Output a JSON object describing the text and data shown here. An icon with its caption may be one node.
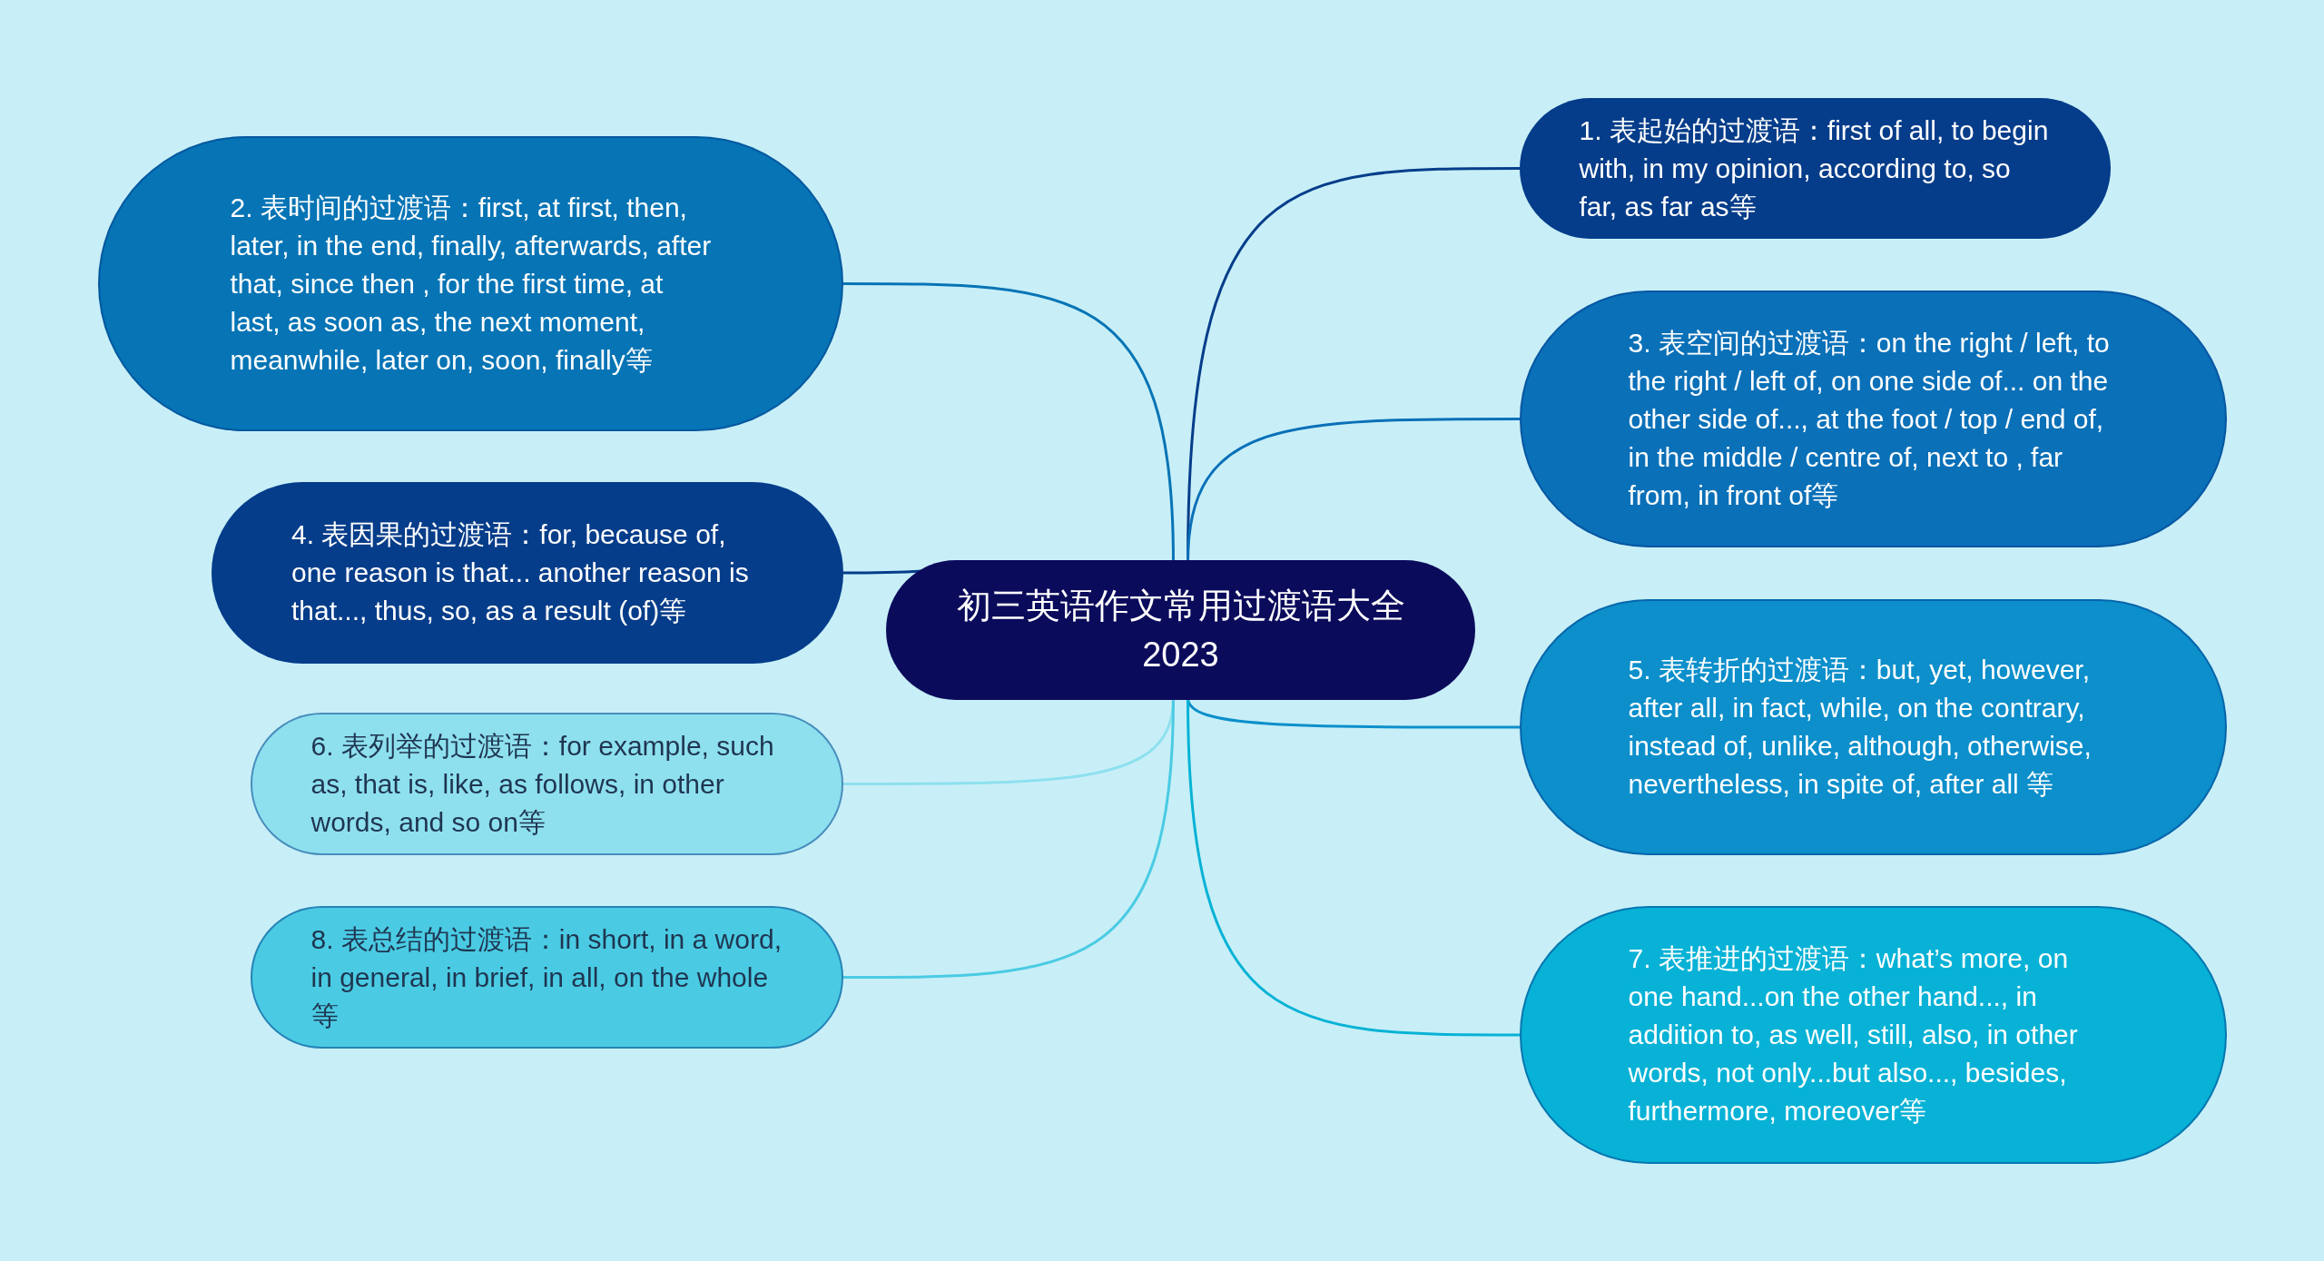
{
  "diagram": {
    "nodes": [
      {
        "text": [
          "初三英语作文常用过渡语大全2023"
        ]
      },
      {
        "text": [
          "1. 表起始的过渡语：first of all, to begin with, in my opinion, according to, so far, as far as等"
        ]
      },
      {
        "text": [
          "2. 表时间的过渡语：first, at first, then, later, in the end, finally, afterwards, after that, since then , for the first time, at last, as soon as, the next moment, meanwhile, later on, soon, finally等"
        ]
      },
      {
        "text": [
          "3. 表空间的过渡语：on the right / left, to the right / left of, on one side of... on the other side of..., at the foot / top / end of, in the middle / centre of, next to , far from, in front of等"
        ]
      },
      {
        "text": [
          "4. 表因果的过渡语：for, because of, one reason is that... another reason is that..., thus, so, as a result (of)等"
        ]
      },
      {
        "text": [
          "5. 表转折的过渡语：but, yet, however, after all, in fact, while, on the contrary, instead of, unlike, although, otherwise, nevertheless, in spite of, after all 等"
        ]
      },
      {
        "text": [
          "6. 表列举的过渡语：for example, such as, that is, like, as follows, in other words, and so on等"
        ]
      },
      {
        "text": [
          "7. 表推进的过渡语：what’s more, on one hand...on the other hand..., in addition to, as well, still, also, in other words, not only...but also..., besides, furthermore, moreover等"
        ]
      },
      {
        "text": [
          "8. 表总结的过渡语：in short, in a word, in general, in brief, in all, on the whole等"
        ]
      }
    ],
    "edges": [
      {
        "from": 0,
        "to": 1,
        "arrow": "none",
        "color": "#063d8a"
      },
      {
        "from": 0,
        "to": 2,
        "arrow": "none",
        "color": "#0674b5"
      },
      {
        "from": 0,
        "to": 3,
        "arrow": "none",
        "color": "#0a70b8"
      },
      {
        "from": 0,
        "to": 4,
        "arrow": "none",
        "color": "#063d8a"
      },
      {
        "from": 0,
        "to": 5,
        "arrow": "none",
        "color": "#0c8fcb"
      },
      {
        "from": 0,
        "to": 6,
        "arrow": "none",
        "color": "#8ee0ef"
      },
      {
        "from": 0,
        "to": 7,
        "arrow": "none",
        "color": "#08b2d6"
      },
      {
        "from": 0,
        "to": 8,
        "arrow": "none",
        "color": "#4acbe3"
      }
    ]
  }
}
